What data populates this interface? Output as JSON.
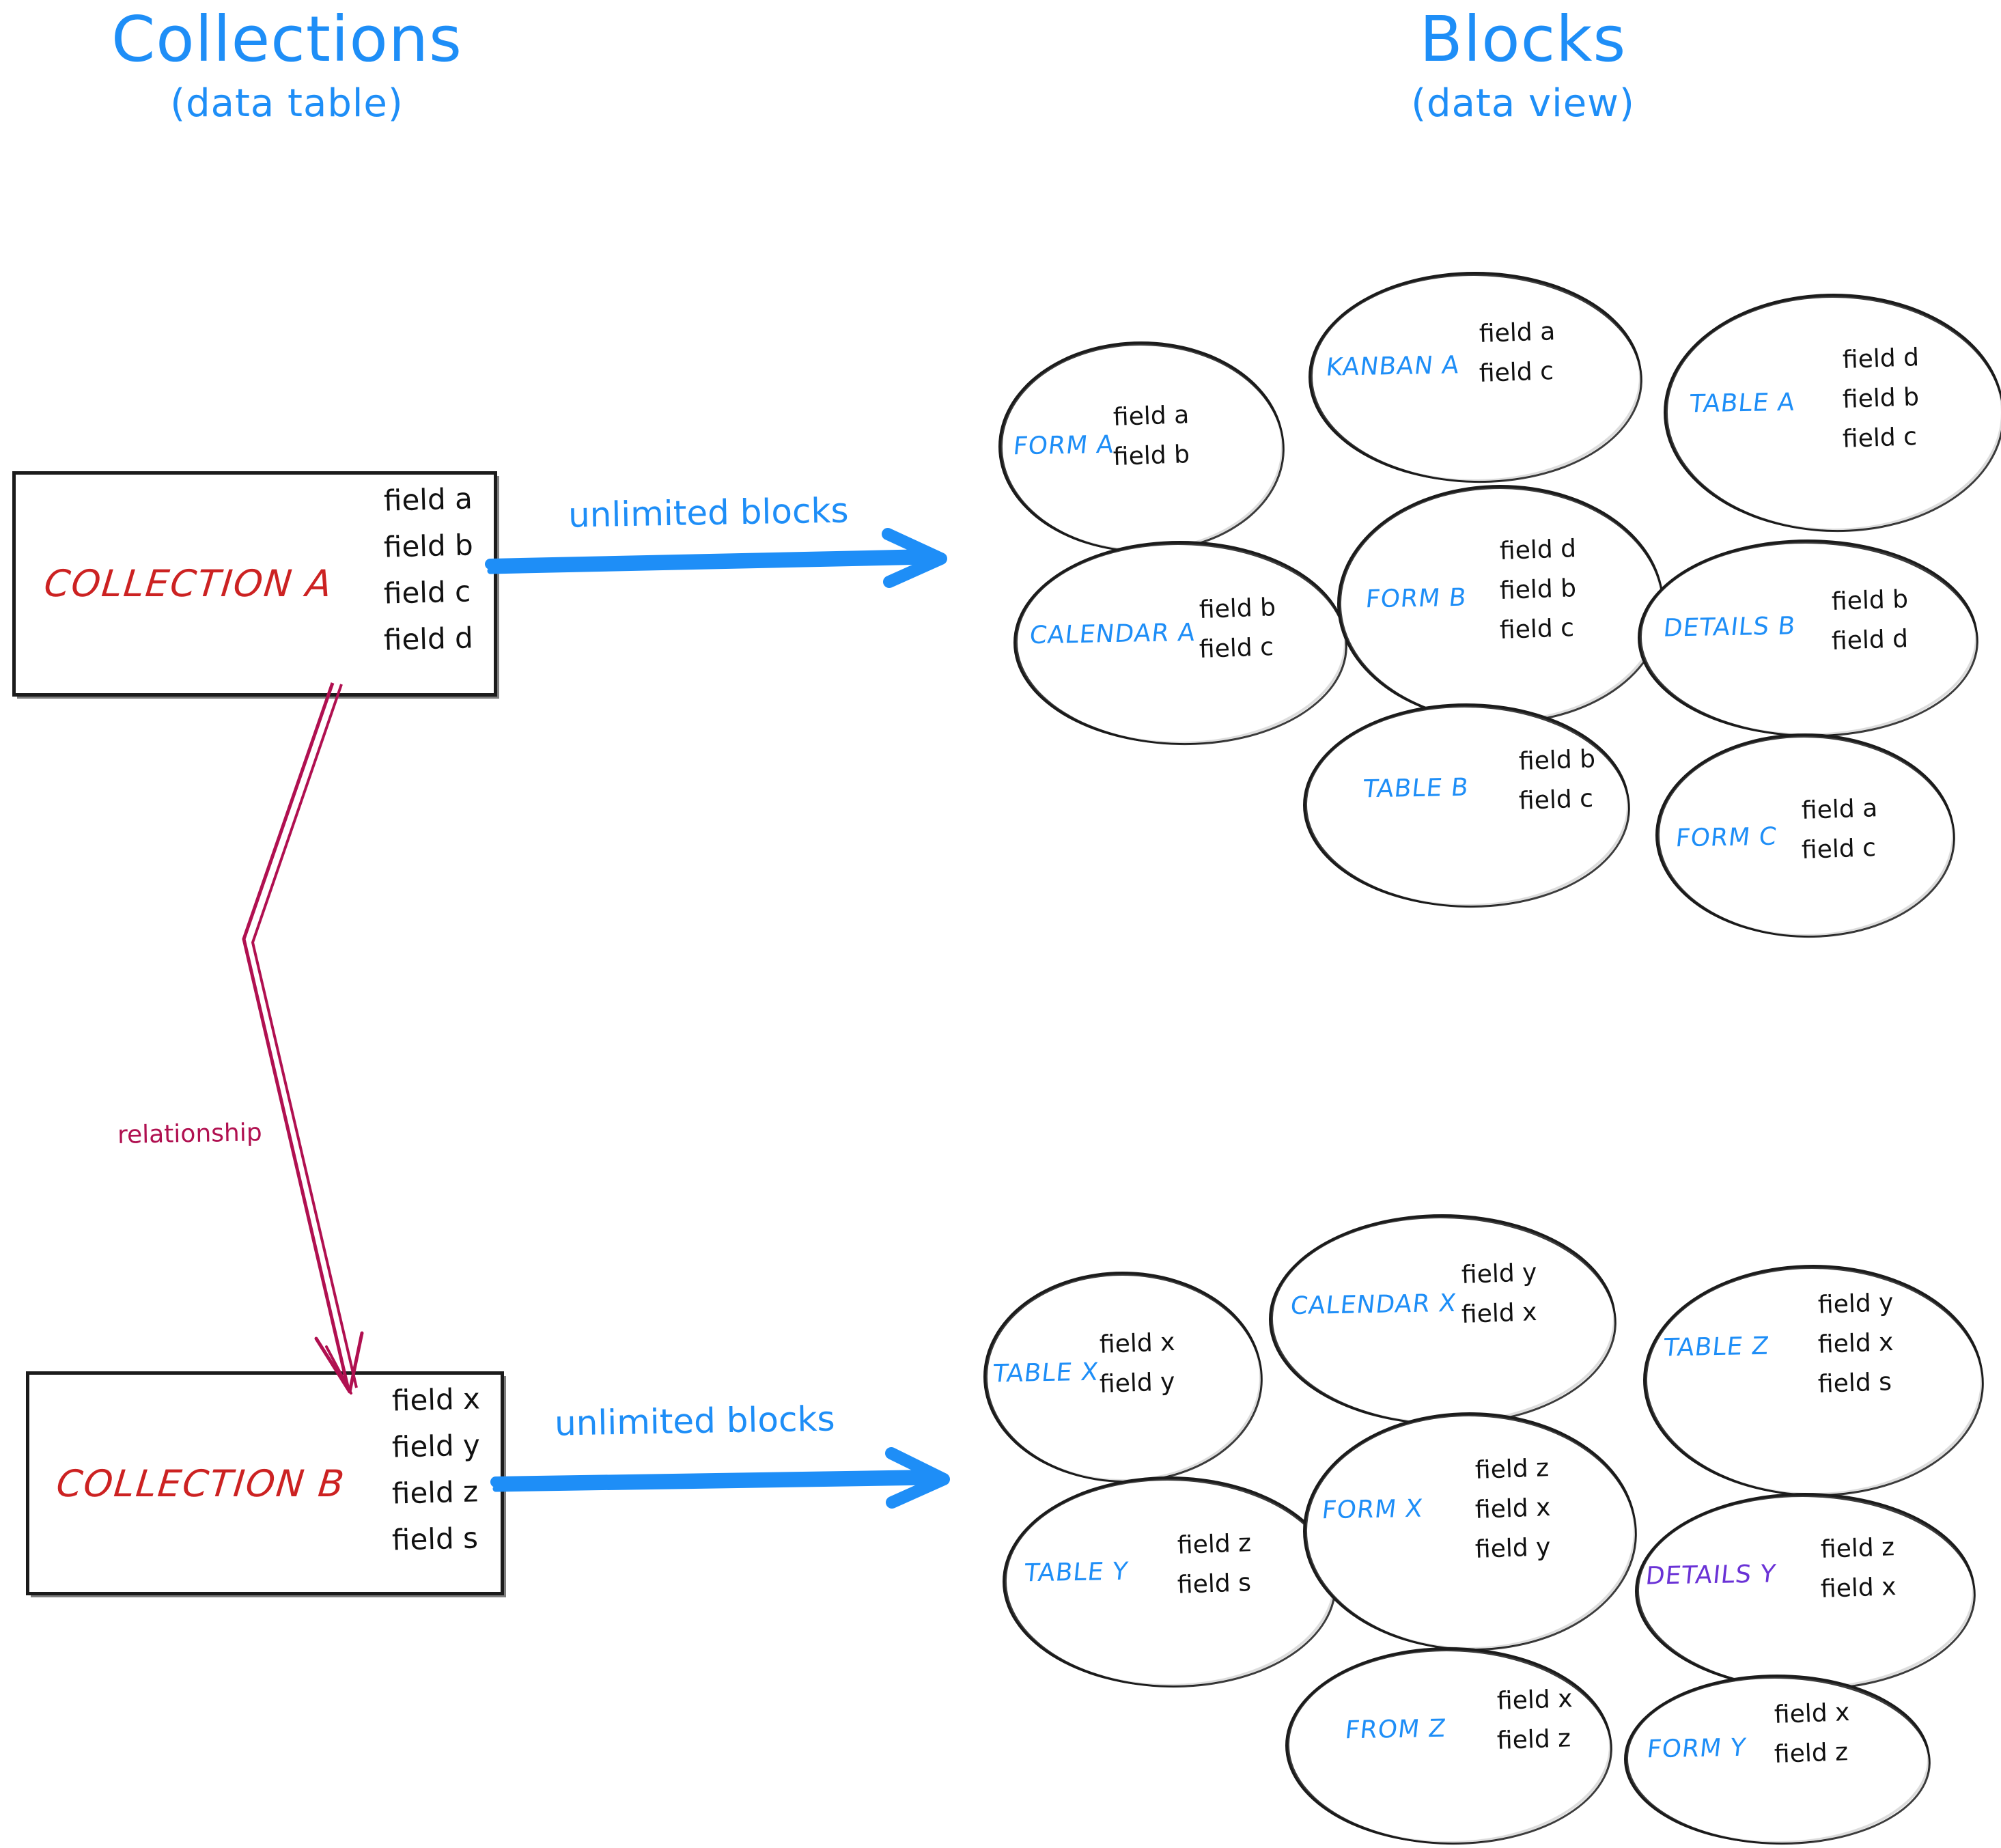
{
  "headings": {
    "left": {
      "title": "Collections",
      "subtitle": "(data table)"
    },
    "right": {
      "title": "Blocks",
      "subtitle": "(data view)"
    }
  },
  "colors": {
    "accent_blue": "#1e8ef7",
    "collection_red": "#cc2222",
    "relationship_crimson": "#b01050",
    "details_purple": "#6a32d6",
    "stroke_black": "#1b1b1b"
  },
  "collections": [
    {
      "name": "COLLECTION A",
      "fields": [
        "field a",
        "field b",
        "field c",
        "field d"
      ],
      "arrow_label": "unlimited blocks"
    },
    {
      "name": "COLLECTION B",
      "fields": [
        "field x",
        "field y",
        "field z",
        "field s"
      ],
      "arrow_label": "unlimited blocks"
    }
  ],
  "relationship": {
    "label": "relationship"
  },
  "blocks_top": [
    {
      "name": "FORM A",
      "fields": [
        "field a",
        "field b"
      ],
      "color": "blue"
    },
    {
      "name": "KANBAN A",
      "fields": [
        "field a",
        "field c"
      ],
      "color": "blue"
    },
    {
      "name": "TABLE A",
      "fields": [
        "field d",
        "field b",
        "field c"
      ],
      "color": "blue"
    },
    {
      "name": "CALENDAR A",
      "fields": [
        "field b",
        "field c"
      ],
      "color": "blue"
    },
    {
      "name": "FORM B",
      "fields": [
        "field d",
        "field b",
        "field c"
      ],
      "color": "blue"
    },
    {
      "name": "DETAILS B",
      "fields": [
        "field b",
        "field d"
      ],
      "color": "blue"
    },
    {
      "name": "TABLE B",
      "fields": [
        "field b",
        "field c"
      ],
      "color": "blue"
    },
    {
      "name": "FORM C",
      "fields": [
        "field a",
        "field c"
      ],
      "color": "blue"
    }
  ],
  "blocks_bottom": [
    {
      "name": "TABLE X",
      "fields": [
        "field x",
        "field y"
      ],
      "color": "blue"
    },
    {
      "name": "CALENDAR X",
      "fields": [
        "field y",
        "field x"
      ],
      "color": "blue"
    },
    {
      "name": "TABLE Z",
      "fields": [
        "field y",
        "field x",
        "field s"
      ],
      "color": "blue"
    },
    {
      "name": "TABLE Y",
      "fields": [
        "field z",
        "field s"
      ],
      "color": "blue"
    },
    {
      "name": "FORM X",
      "fields": [
        "field z",
        "field x",
        "field y"
      ],
      "color": "blue"
    },
    {
      "name": "DETAILS Y",
      "fields": [
        "field z",
        "field x"
      ],
      "color": "purple"
    },
    {
      "name": "FROM Z",
      "fields": [
        "field x",
        "field z"
      ],
      "color": "blue"
    },
    {
      "name": "FORM Y",
      "fields": [
        "field x",
        "field z"
      ],
      "color": "blue"
    }
  ]
}
